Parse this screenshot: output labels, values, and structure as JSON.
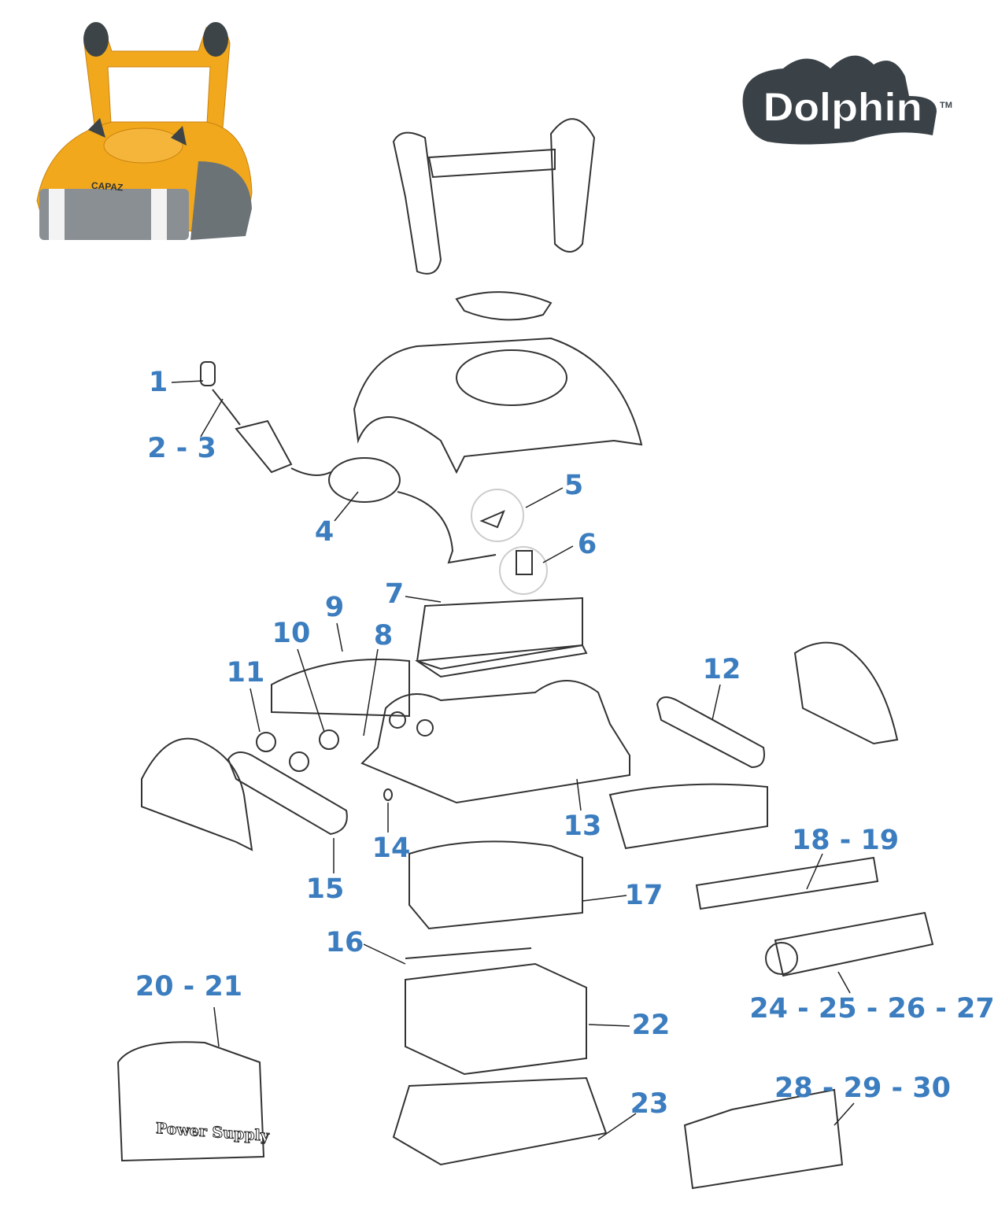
{
  "brand": {
    "logo_text": "Dolphin",
    "trademark": "TM",
    "model_name": "CAPAZ"
  },
  "power_supply_label": "Power Supply",
  "callouts": [
    {
      "id": "1",
      "label": "1"
    },
    {
      "id": "2-3",
      "label": "2 - 3"
    },
    {
      "id": "4",
      "label": "4"
    },
    {
      "id": "5",
      "label": "5"
    },
    {
      "id": "6",
      "label": "6"
    },
    {
      "id": "7",
      "label": "7"
    },
    {
      "id": "8",
      "label": "8"
    },
    {
      "id": "9",
      "label": "9"
    },
    {
      "id": "10",
      "label": "10"
    },
    {
      "id": "11",
      "label": "11"
    },
    {
      "id": "12",
      "label": "12"
    },
    {
      "id": "13",
      "label": "13"
    },
    {
      "id": "14",
      "label": "14"
    },
    {
      "id": "15",
      "label": "15"
    },
    {
      "id": "16",
      "label": "16"
    },
    {
      "id": "17",
      "label": "17"
    },
    {
      "id": "18-19",
      "label": "18 - 19"
    },
    {
      "id": "20-21",
      "label": "20 - 21"
    },
    {
      "id": "22",
      "label": "22"
    },
    {
      "id": "23",
      "label": "23"
    },
    {
      "id": "24-27",
      "label": "24 - 25 - 26 - 27"
    },
    {
      "id": "28-30",
      "label": "28 - 29 - 30"
    }
  ],
  "colors": {
    "callout": "#3b7dbf",
    "robot_body": "#f2a81d",
    "robot_dark": "#3c4447",
    "line": "#333333"
  }
}
